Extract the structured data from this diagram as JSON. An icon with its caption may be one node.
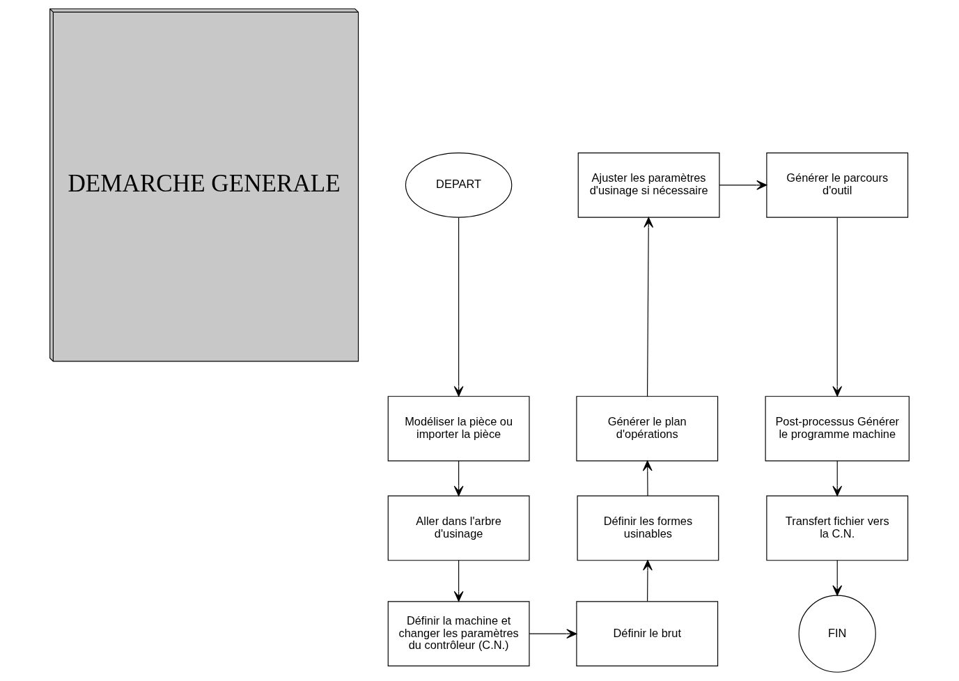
{
  "diagram": {
    "nodes": [
      {
        "text": [
          "DEMARCHE GENERALE"
        ]
      },
      {
        "text": [
          "DEPART"
        ]
      },
      {
        "text": [
          "Modéliser la pièce ou importer la pièce"
        ]
      },
      {
        "text": [
          "Aller dans l'arbre d'usinage"
        ]
      },
      {
        "text": [
          "Définir la machine et changer les paramètres du contrôleur (C.N.)"
        ]
      },
      {
        "text": [
          "Définir le brut"
        ]
      },
      {
        "text": [
          "Définir les formes usinables"
        ]
      },
      {
        "text": [
          "Générer le plan d'opérations"
        ]
      },
      {
        "text": [
          "Ajuster les paramètres d'usinage si nécessaire"
        ]
      },
      {
        "text": [
          "Générer le parcours d'outil"
        ]
      },
      {
        "text": [
          "Post-processus Générer le programme machine"
        ]
      },
      {
        "text": [
          "Transfert fichier vers la C.N."
        ]
      },
      {
        "text": [
          "FIN"
        ]
      }
    ],
    "edges": [
      {
        "from": 1,
        "to": 2,
        "arrow": "to"
      },
      {
        "from": 2,
        "to": 3,
        "arrow": "to"
      },
      {
        "from": 3,
        "to": 4,
        "arrow": "to"
      },
      {
        "from": 4,
        "to": 5,
        "arrow": "to"
      },
      {
        "from": 5,
        "to": 6,
        "arrow": "to"
      },
      {
        "from": 6,
        "to": 7,
        "arrow": "to"
      },
      {
        "from": 7,
        "to": 8,
        "arrow": "to"
      },
      {
        "from": 8,
        "to": 9,
        "arrow": "to"
      },
      {
        "from": 9,
        "to": 10,
        "arrow": "to"
      },
      {
        "from": 10,
        "to": 11,
        "arrow": "to"
      },
      {
        "from": 11,
        "to": 12,
        "arrow": "to"
      }
    ]
  }
}
